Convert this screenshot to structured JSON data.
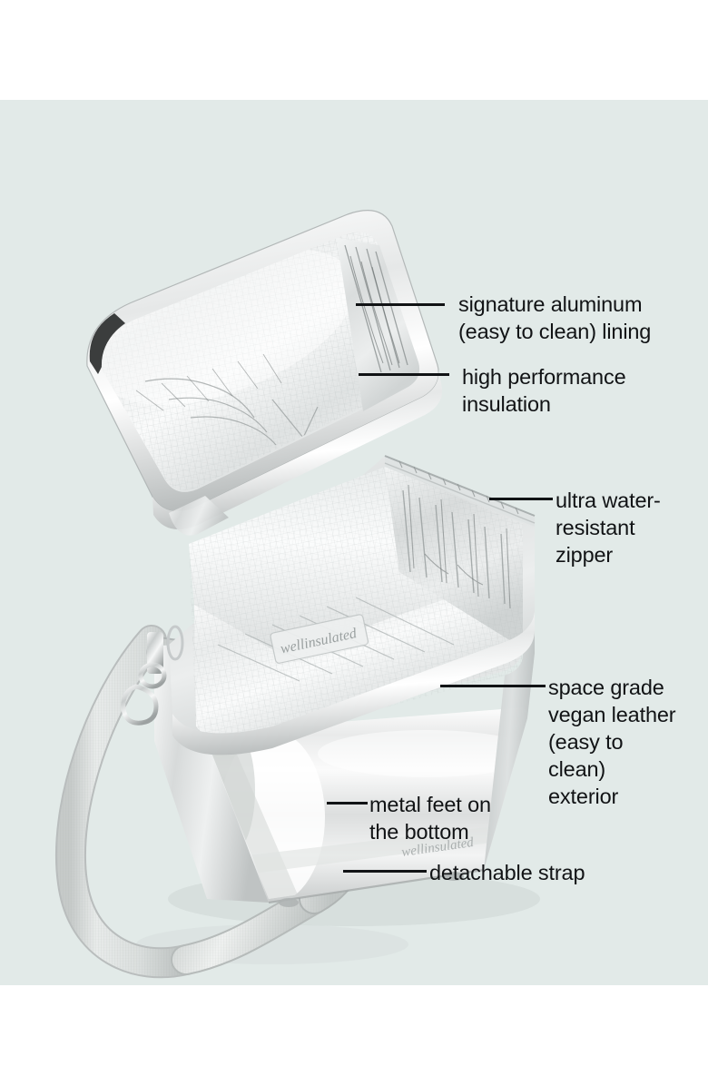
{
  "page": {
    "kind": "product-feature-diagram",
    "product_name": "wellinsulated insulated lunch box",
    "brand_mark": "wellinsulated",
    "background_color": "#e2eae8",
    "page_color": "#ffffff",
    "text_color": "#111315",
    "leader_color": "#111315"
  },
  "callouts": [
    {
      "id": "lining",
      "text": "signature aluminum\n(easy to clean) lining"
    },
    {
      "id": "insulation",
      "text": "high performance\ninsulation"
    },
    {
      "id": "zipper",
      "text": "ultra water-\nresistant\nzipper"
    },
    {
      "id": "leather",
      "text": "space grade\nvegan leather\n(easy to\nclean)\nexterior"
    },
    {
      "id": "feet",
      "text": "metal feet on\nthe bottom"
    },
    {
      "id": "strap",
      "text": "detachable strap"
    }
  ],
  "product_marks": {
    "interior_label": "wellinsulated",
    "exterior_emboss": "wellinsulated"
  }
}
